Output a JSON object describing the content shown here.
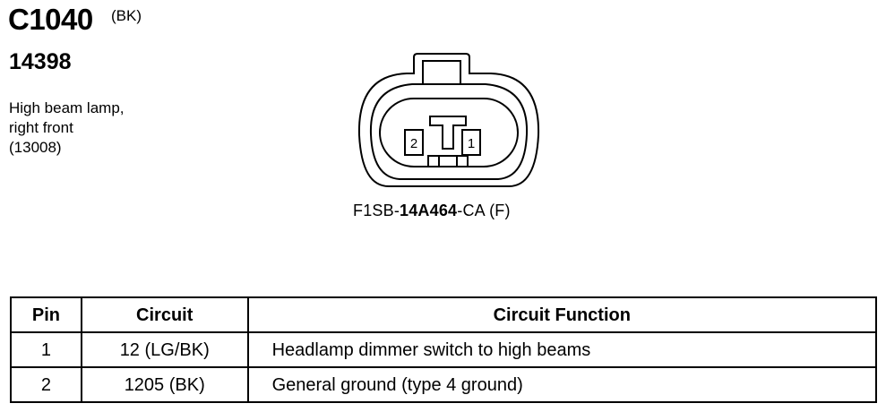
{
  "connector": {
    "id": "C1040",
    "color": "(BK)",
    "part_number": "14398",
    "description_lines": [
      "High beam lamp,",
      "right front",
      "(13008)"
    ],
    "cavity_labels": [
      "2",
      "1"
    ],
    "connector_part_prefix": "F1SB-",
    "connector_part_bold": "14A464",
    "connector_part_suffix": "-CA (F)"
  },
  "table": {
    "headers": {
      "pin": "Pin",
      "circuit": "Circuit",
      "function": "Circuit Function"
    },
    "rows": [
      {
        "pin": "1",
        "circuit": "12 (LG/BK)",
        "function": "Headlamp dimmer switch to high beams"
      },
      {
        "pin": "2",
        "circuit": "1205 (BK)",
        "function": "General ground (type 4 ground)"
      }
    ]
  }
}
